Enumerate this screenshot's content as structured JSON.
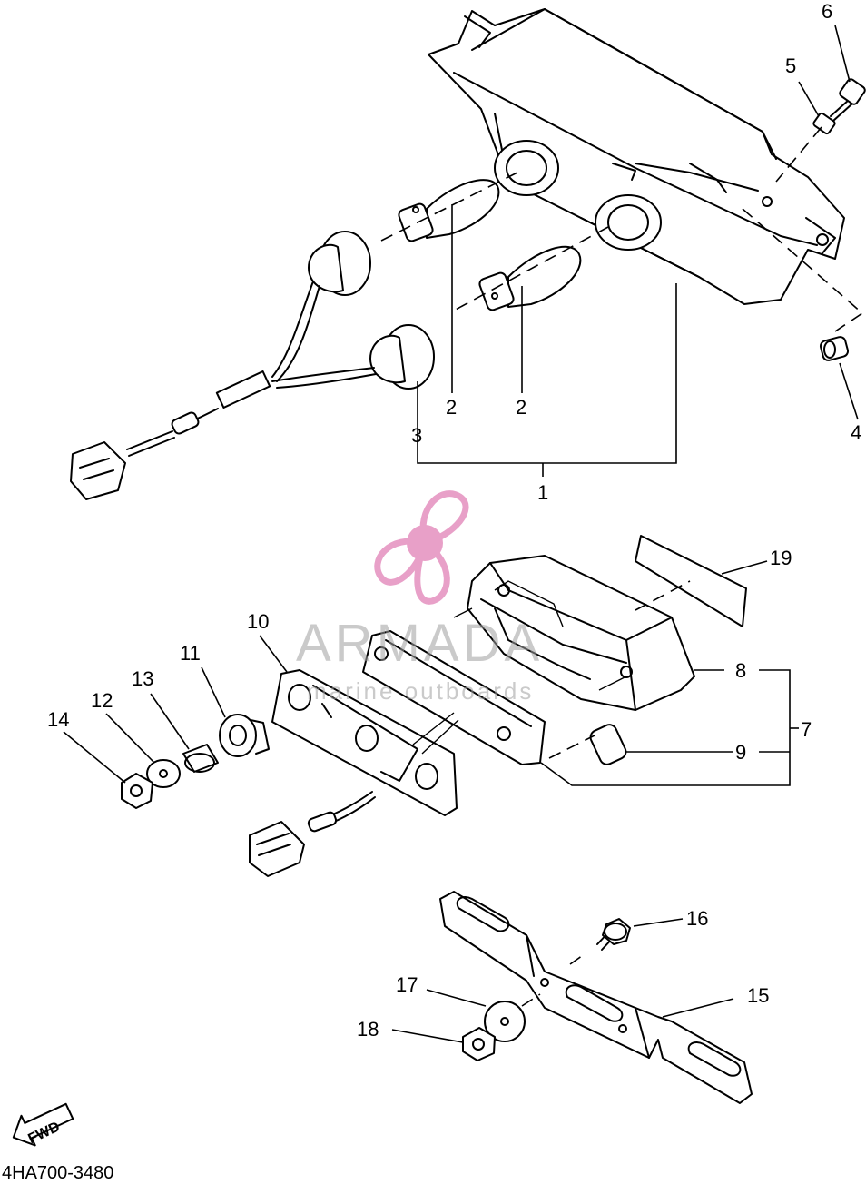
{
  "diagram": {
    "callouts": {
      "c1": "1",
      "c2a": "2",
      "c2b": "2",
      "c3": "3",
      "c4": "4",
      "c5": "5",
      "c6": "6",
      "c7": "7",
      "c8": "8",
      "c9": "9",
      "c10": "10",
      "c11": "11",
      "c12": "12",
      "c13": "13",
      "c14": "14",
      "c15": "15",
      "c16": "16",
      "c17": "17",
      "c18": "18",
      "c19": "19"
    },
    "part_code": "4HA700-3480",
    "direction_label": "FWD"
  },
  "watermark": {
    "brand": "ARMADA",
    "tagline": "marine outboards",
    "colors": {
      "propeller": "#e8a0c8",
      "text": "#a0a0a0"
    }
  }
}
